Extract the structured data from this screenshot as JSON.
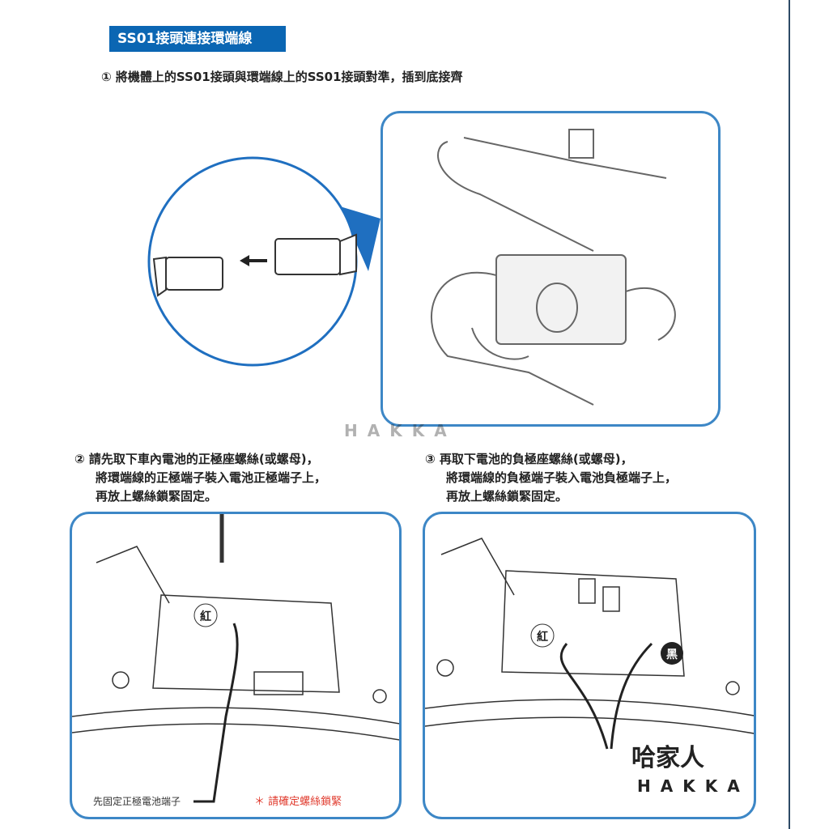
{
  "section_title": "SS01接頭連接環端線",
  "step1": "① 將機體上的SS01接頭與環端線上的SS01接頭對準，插到底接齊",
  "step2": [
    "② 請先取下車內電池的正極座螺絲(或螺母)，",
    "將環端線的正極端子裝入電池正極端子上，",
    "再放上螺絲鎖緊固定。"
  ],
  "step3": [
    "③ 再取下電池的負極座螺絲(或螺母)，",
    "將環端線的負極端子裝入電池負極端子上，",
    "再放上螺絲鎖緊固定。"
  ],
  "labels": {
    "red": "紅",
    "black": "黑",
    "fix_positive": "先固定正極電池端子",
    "confirm": "＊ 請確定螺絲鎖緊"
  },
  "watermark": {
    "cn": "哈家人",
    "en": "HAKKA"
  },
  "colors": {
    "accent": "#0b66b3",
    "frame": "#3d87c6",
    "warning": "#e0392c"
  }
}
